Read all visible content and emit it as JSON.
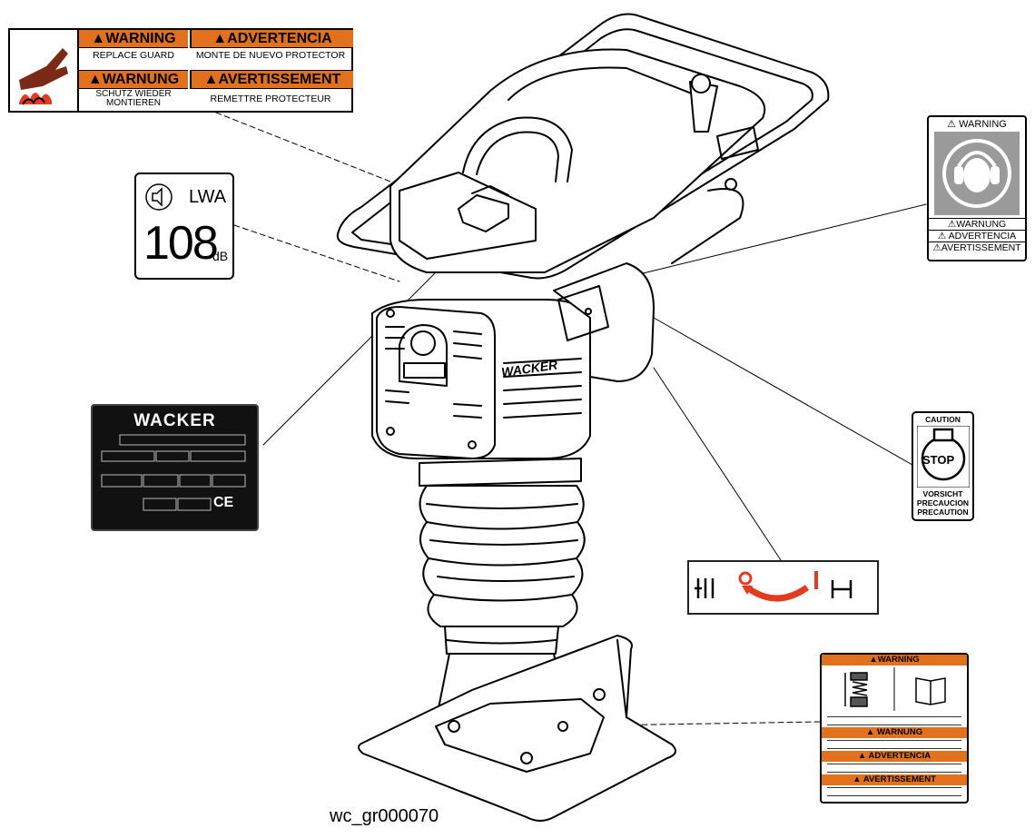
{
  "labels": {
    "replace_guard": {
      "warning_en": "▲WARNING",
      "warning_es": "▲ADVERTENCIA",
      "text_en": "REPLACE GUARD",
      "text_es": "MONTE DE NUEVO PROTECTOR",
      "warning_de": "▲WARNUNG",
      "warning_fr": "▲AVERTISSEMENT",
      "text_de": "SCHUTZ WIEDER MONTIEREN",
      "text_fr": "REMETTRE PROTECTEUR"
    },
    "noise": {
      "symbol": "LWA",
      "value": "108",
      "unit": "dB"
    },
    "nameplate": {
      "brand": "WACKER",
      "ce_mark": "CE"
    },
    "ear_protection": {
      "warning_en": "⚠ WARNING",
      "warning_de": "⚠WARNUNG",
      "warning_es": "⚠ ADVERTENCIA",
      "warning_fr": "⚠AVERTISSEMENT"
    },
    "stop": {
      "caution_en": "CAUTION",
      "stop_text": "STOP",
      "caution_de": "VORSICHT",
      "caution_es": "PRECAUCION",
      "caution_fr": "PRECAUTION"
    },
    "spring": {
      "warning_en": "▲WARNING",
      "warning_de": "▲ WARNUNG",
      "warning_es": "▲ ADVERTENCIA",
      "warning_fr": "▲ AVERTISSEMENT"
    }
  },
  "machine_brand": "WACKER",
  "caption": "wc_gr000070",
  "colors": {
    "warning_orange": "#e2711d",
    "throttle_red": "#e23b20",
    "plate_black": "#111111"
  }
}
